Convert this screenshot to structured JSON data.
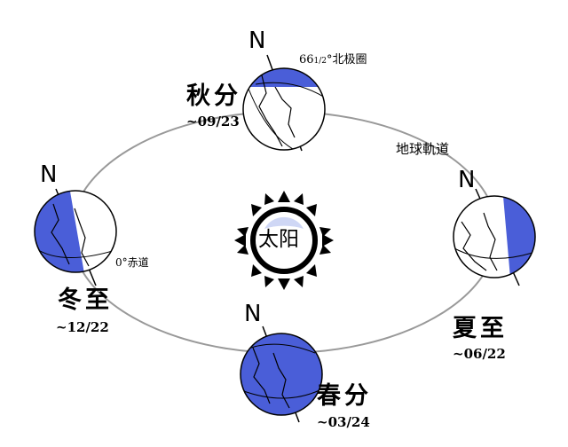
{
  "sun": {
    "label": "太阳"
  },
  "orbit": {
    "label": "地球軌道"
  },
  "north_label": "N",
  "equator_label": "0°赤道",
  "arctic_circle": {
    "prefix": "66",
    "fraction": "1/2",
    "suffix": "°北极圈"
  },
  "positions": {
    "autumn": {
      "season": "秋分",
      "date": "~09/23"
    },
    "summer": {
      "season": "夏至",
      "date": "~06/22"
    },
    "winter": {
      "season": "冬至",
      "date": "~12/22"
    },
    "spring": {
      "season": "春分",
      "date": "~03/24"
    }
  },
  "colors": {
    "lit_side": "#ffffff",
    "dark_side": "#4a5ed8",
    "orbit_line": "#999999",
    "outline": "#000000"
  }
}
